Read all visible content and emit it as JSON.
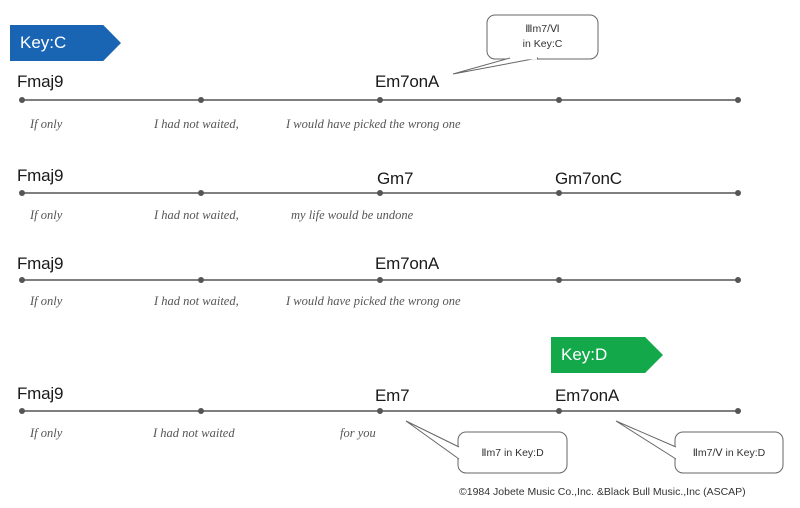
{
  "keys": {
    "key_c": {
      "label": "Key:C",
      "color": "#1a64b4"
    },
    "key_d": {
      "label": "Key:D",
      "color": "#13a84a"
    }
  },
  "rows": [
    {
      "chords": [
        "Fmaj9",
        "Em7onA"
      ],
      "lyrics": [
        "If only",
        "I had not waited,",
        "I would have picked the wrong one"
      ]
    },
    {
      "chords": [
        "Fmaj9",
        "Gm7",
        "Gm7onC"
      ],
      "lyrics": [
        "If only",
        "I had not waited,",
        "my life would be undone"
      ]
    },
    {
      "chords": [
        "Fmaj9",
        "Em7onA"
      ],
      "lyrics": [
        "If only",
        "I had not waited,",
        "I would have picked the wrong one"
      ]
    },
    {
      "chords": [
        "Fmaj9",
        "Em7",
        "Em7onA"
      ],
      "lyrics": [
        "If only",
        "I had not waited",
        "for you"
      ]
    }
  ],
  "callouts": {
    "top": {
      "line1": "Ⅲm7/Ⅵ",
      "line2": "in Key:C"
    },
    "em7": {
      "text": "Ⅱm7 in Key:D"
    },
    "em7ona": {
      "text": "Ⅱm7/Ⅴ in Key:D"
    }
  },
  "copyright": "©1984 Jobete Music Co.,Inc. &Black Bull Music.,Inc (ASCAP)",
  "colors": {
    "line": "#555555",
    "key_c": "#1a64b4",
    "key_d": "#13a84a"
  }
}
